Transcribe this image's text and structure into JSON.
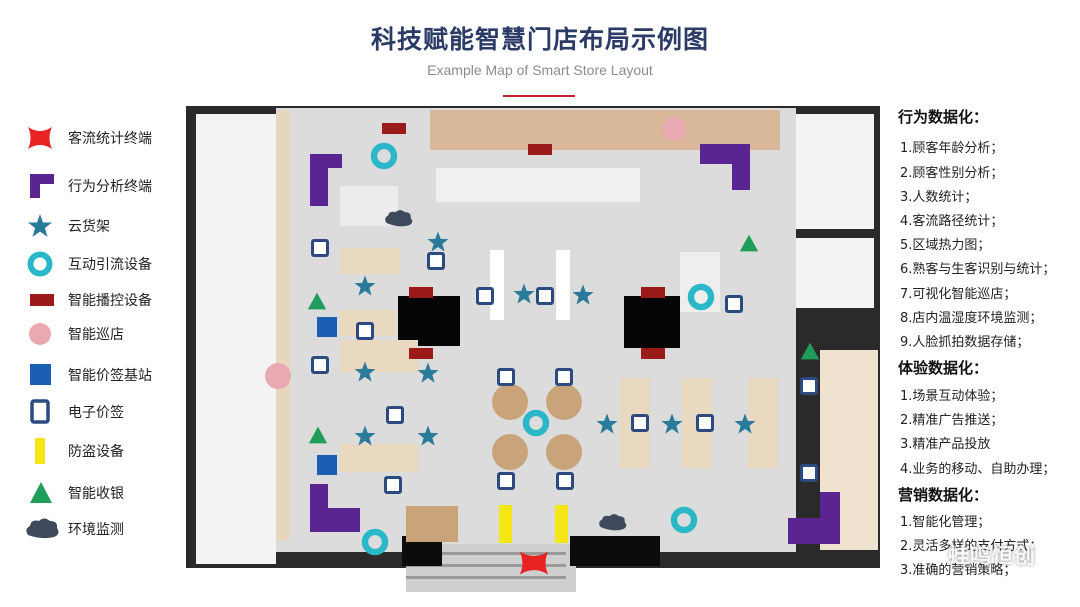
{
  "title": "科技赋能智慧门店布局示例图",
  "subtitle": "Example Map of Smart Store Layout",
  "legend": [
    {
      "icon": "red-bowtie",
      "label": "客流统计终端",
      "color": "#e82323"
    },
    {
      "icon": "purple-l-shape",
      "label": "行为分析终端",
      "color": "#5a2590"
    },
    {
      "icon": "star",
      "label": "云货架",
      "color": "#2a7a9a"
    },
    {
      "icon": "teal-ring",
      "label": "互动引流设备",
      "color": "#2ab8c8"
    },
    {
      "icon": "dark-red-bar",
      "label": "智能播控设备",
      "color": "#9b1b1b"
    },
    {
      "icon": "pink-circle",
      "label": "智能巡店",
      "color": "#e9a9b0"
    },
    {
      "icon": "blue-square",
      "label": "智能价签基站",
      "color": "#1a5fb4"
    },
    {
      "icon": "outlined-square",
      "label": "电子价签",
      "color": "#2c4a80"
    },
    {
      "icon": "yellow-bar",
      "label": "防盗设备",
      "color": "#f5e616"
    },
    {
      "icon": "green-triangle",
      "label": "智能收银",
      "color": "#1f9d5a"
    },
    {
      "icon": "cloud",
      "label": "环境监测",
      "color": "#3e4a5c"
    }
  ],
  "sections": [
    {
      "title": "行为数据化：",
      "items": [
        "1.顾客年龄分析；",
        "2.顾客性别分析；",
        "3.人数统计；",
        "4.客流路径统计；",
        "5.区域热力图；",
        "6.熟客与生客识别与统计；",
        "7.可视化智能巡店；",
        "8.店内温湿度环境监测；",
        "9.人脸抓拍数据存储；"
      ]
    },
    {
      "title": "体验数据化：",
      "items": [
        "1.场景互动体验；",
        "2.精准广告推送；",
        "3.精准产品投放",
        "4.业务的移动、自助办理；"
      ]
    },
    {
      "title": "营销数据化：",
      "items": [
        "1.智能化管理；",
        "2.灵活多样的支付方式；",
        "3.准确的营销策略；"
      ]
    }
  ],
  "watermark": "蛙鸣恒创"
}
